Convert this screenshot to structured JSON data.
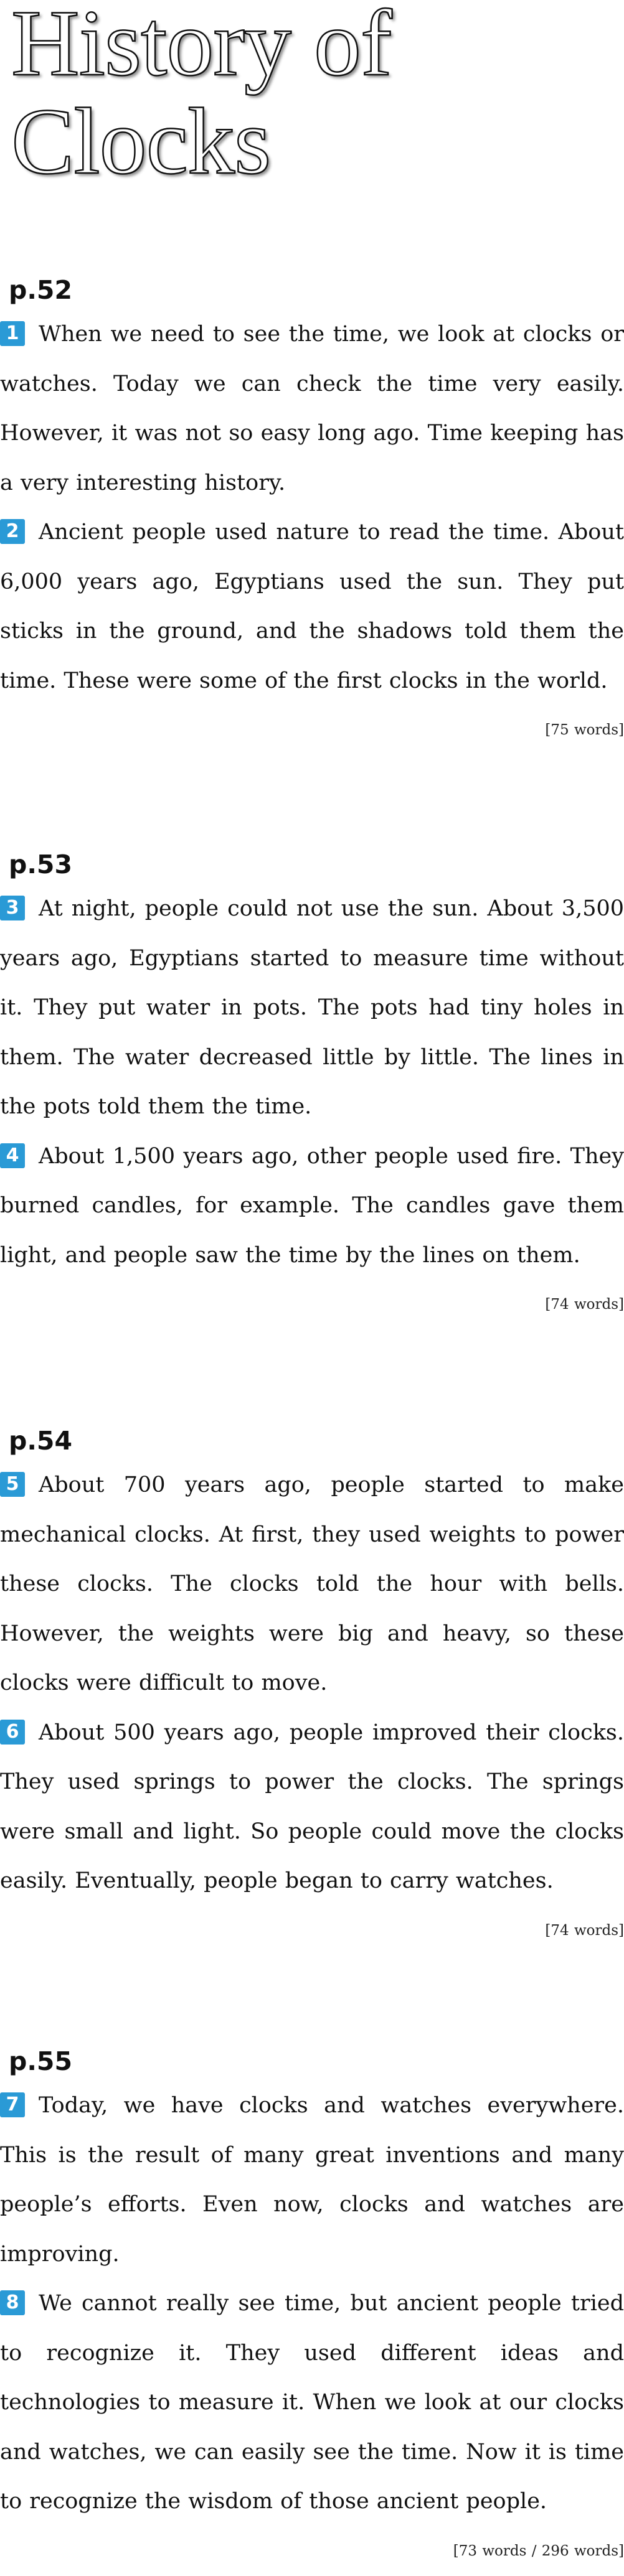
{
  "title": {
    "line1": "History of",
    "line2": "Clocks"
  },
  "accent_color": "#2a9ad6",
  "sections": [
    {
      "page": "p.52",
      "paragraphs": [
        {
          "num": "1",
          "text": "When we need to see the time, we look at clocks or watches.  Today we can check the time very easily.  However, it was not so easy long ago. Time keeping has a very interesting history."
        },
        {
          "num": "2",
          "text": "Ancient people used nature to read the time.  About 6,000 years ago, Egyptians used the sun.  They put sticks in the ground, and the shadows told them the time.  These were some of the first clocks in the world."
        }
      ],
      "word_count": "[75 words]"
    },
    {
      "page": "p.53",
      "paragraphs": [
        {
          "num": "3",
          "text": "At night, people could not use the sun.  About 3,500 years ago, Egyptians started to measure time without it.  They put water in pots.  The pots had tiny holes in them.  The water decreased little by little.  The lines in the pots told them the time."
        },
        {
          "num": "4",
          "text": "About 1,500 years ago, other people used fire.  They burned candles, for example.  The candles gave them light, and people saw the time by the lines on them."
        }
      ],
      "word_count": "[74 words]"
    },
    {
      "page": "p.54",
      "paragraphs": [
        {
          "num": "5",
          "text": "About 700 years ago, people started to make mechanical clocks.  At first, they used weights to power these clocks.  The clocks told the hour with bells.  However, the weights were big and heavy, so these clocks were difficult to move."
        },
        {
          "num": "6",
          "text": "About 500 years ago, people improved their clocks.  They used springs to power the clocks.  The springs were small and light.  So people could move the clocks easily.  Eventually, people began to carry watches."
        }
      ],
      "word_count": "[74 words]"
    },
    {
      "page": "p.55",
      "paragraphs": [
        {
          "num": "7",
          "text": "Today, we have clocks and watches everywhere.  This is the result of many great inventions and many people’s efforts.  Even now, clocks and watches are improving."
        },
        {
          "num": "8",
          "text": "We cannot really see time, but ancient people tried to recognize it.  They used different ideas and technologies to measure it.  When we look at our clocks and watches, we can easily see the time.  Now it is time to recognize the wisdom of those ancient people."
        }
      ],
      "word_count": "[73 words / 296 words]"
    }
  ]
}
